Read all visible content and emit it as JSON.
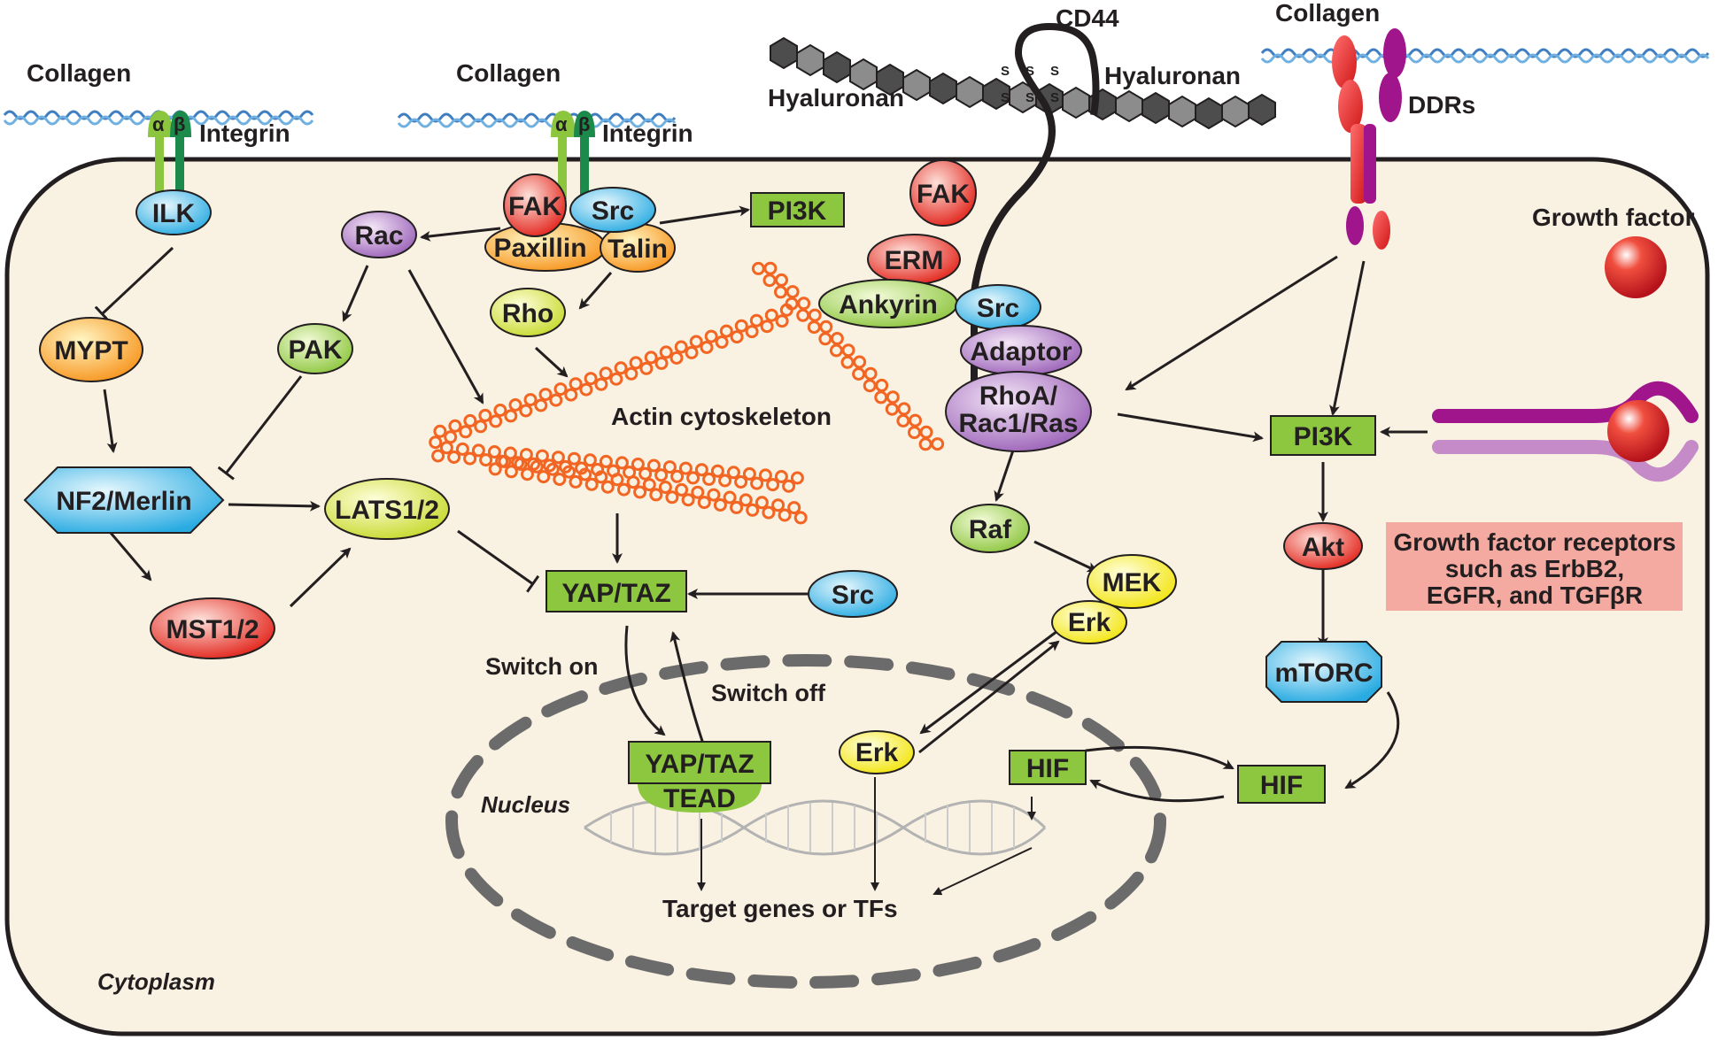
{
  "colors": {
    "cell_fill": "#f9f1e1",
    "cell_stroke": "#231f20",
    "collagen": "#4a8fc6",
    "integrin_alpha": "#8cc63f",
    "integrin_beta": "#1b8a4a",
    "hyaluronan": "#5a5a5a",
    "actin": "#f26522",
    "ddr_red": "#e2231a",
    "ddr_purple": "#a0158c",
    "receptor_box": "#f4aaa0",
    "nucleus_dash": "#6b6b6b"
  },
  "labels": {
    "collagen_left": "Collagen",
    "collagen_mid": "Collagen",
    "collagen_right": "Collagen",
    "integrin_left": "Integrin",
    "integrin_mid": "Integrin",
    "alpha_left": "α",
    "beta_left": "β",
    "alpha_mid": "α",
    "beta_mid": "β",
    "cd44": "CD44",
    "hyaluronan_left": "Hyaluronan",
    "hyaluronan_right": "Hyaluronan",
    "ddrs": "DDRs",
    "growth_factor": "Growth factor",
    "actin": "Actin cytoskeleton",
    "switch_on": "Switch on",
    "switch_off": "Switch off",
    "nucleus": "Nucleus",
    "cytoplasm": "Cytoplasm",
    "target_genes": "Target genes or TFs",
    "receptors_line1": "Growth factor receptors",
    "receptors_line2": "such as ErbB2,",
    "receptors_line3": "EGFR, and TGFβR",
    "disulfide": "S"
  },
  "nodes": {
    "ilk": "ILK",
    "mypt": "MYPT",
    "nf2": "NF2/Merlin",
    "mst": "MST1/2",
    "lats": "LATS1/2",
    "pak": "PAK",
    "rac": "Rac",
    "fak_mid": "FAK",
    "src_mid": "Src",
    "paxillin": "Paxillin",
    "talin": "Talin",
    "rho": "Rho",
    "pi3k_top": "PI3K",
    "yap_cyto": "YAP/TAZ",
    "src_yap": "Src",
    "yap_nuc": "YAP/TAZ",
    "tead": "TEAD",
    "fak_cd44": "FAK",
    "erm": "ERM",
    "ankyrin": "Ankyrin",
    "src_cd44": "Src",
    "adaptor": "Adaptor",
    "rhoa_line1": "RhoA/",
    "rhoa_line2": "Rac1/Ras",
    "raf": "Raf",
    "mek": "MEK",
    "erk_cyto": "Erk",
    "erk_nuc": "Erk",
    "pi3k_right": "PI3K",
    "akt": "Akt",
    "mtorc": "mTORC",
    "hif_nuc": "HIF",
    "hif_cyto": "HIF"
  }
}
